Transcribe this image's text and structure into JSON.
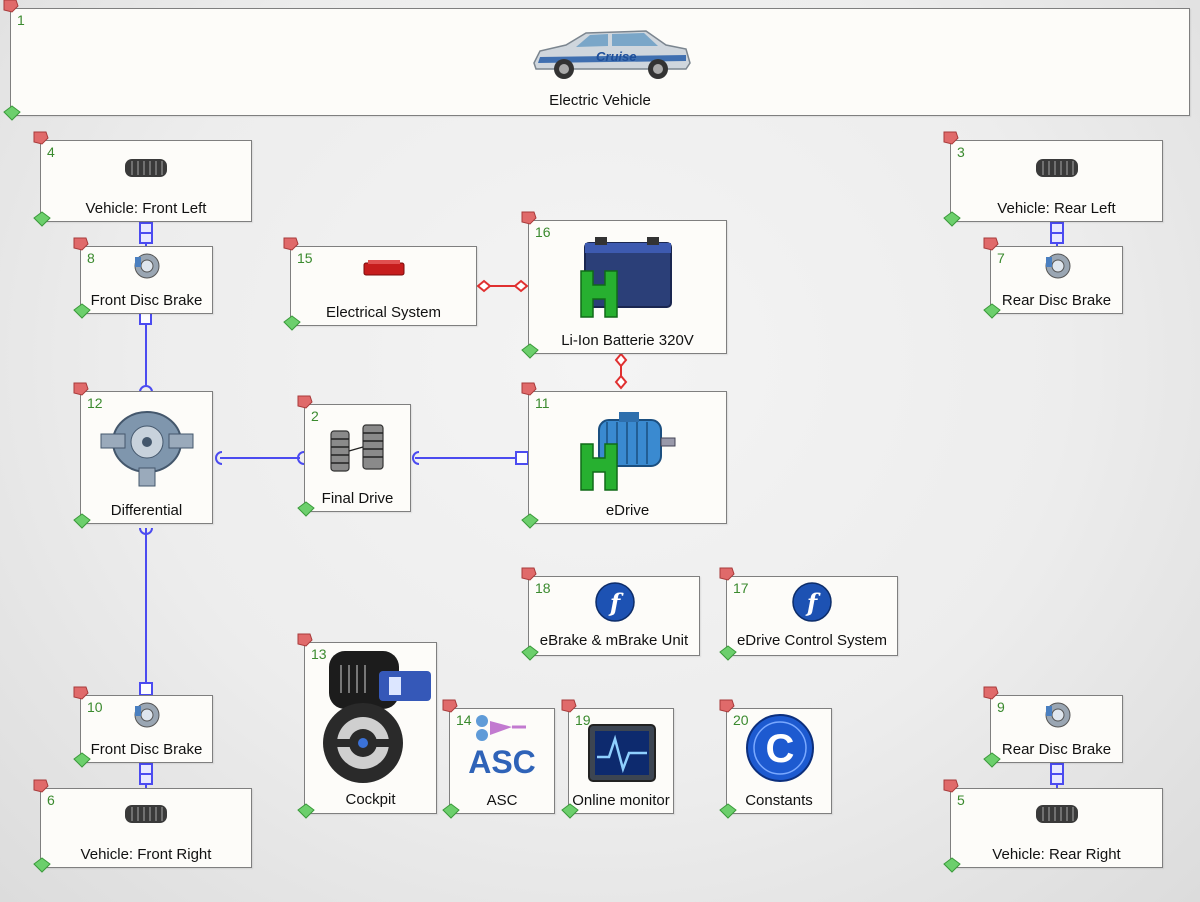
{
  "blocks": [
    {
      "id": "b1",
      "num": "1",
      "label": "Electric Vehicle",
      "icon": "car-icon"
    },
    {
      "id": "b4",
      "num": "4",
      "label": "Vehicle: Front Left",
      "icon": "tire-icon"
    },
    {
      "id": "b3",
      "num": "3",
      "label": "Vehicle: Rear Left",
      "icon": "tire-icon"
    },
    {
      "id": "b8",
      "num": "8",
      "label": "Front Disc Brake",
      "icon": "disc-brake-icon"
    },
    {
      "id": "b15",
      "num": "15",
      "label": "Electrical System",
      "icon": "electrical-system-icon"
    },
    {
      "id": "b16",
      "num": "16",
      "label": "Li-Ion Batterie 320V",
      "icon": "battery-icon"
    },
    {
      "id": "b7",
      "num": "7",
      "label": "Rear Disc Brake",
      "icon": "disc-brake-icon"
    },
    {
      "id": "b12",
      "num": "12",
      "label": "Differential",
      "icon": "differential-icon"
    },
    {
      "id": "b2",
      "num": "2",
      "label": "Final Drive",
      "icon": "gears-icon"
    },
    {
      "id": "b11",
      "num": "11",
      "label": "eDrive",
      "icon": "electric-motor-icon"
    },
    {
      "id": "b18",
      "num": "18",
      "label": "eBrake & mBrake Unit",
      "icon": "function-icon"
    },
    {
      "id": "b17",
      "num": "17",
      "label": "eDrive Control System",
      "icon": "function-icon"
    },
    {
      "id": "b13",
      "num": "13",
      "label": "Cockpit",
      "icon": "cockpit-icon"
    },
    {
      "id": "b14",
      "num": "14",
      "label": "ASC",
      "icon": "asc-icon"
    },
    {
      "id": "b19",
      "num": "19",
      "label": "Online monitor",
      "icon": "monitor-icon"
    },
    {
      "id": "b20",
      "num": "20",
      "label": "Constants",
      "icon": "constants-icon"
    },
    {
      "id": "b10",
      "num": "10",
      "label": "Front Disc Brake",
      "icon": "disc-brake-icon"
    },
    {
      "id": "b9",
      "num": "9",
      "label": "Rear Disc Brake",
      "icon": "disc-brake-icon"
    },
    {
      "id": "b6",
      "num": "6",
      "label": "Vehicle: Front Right",
      "icon": "tire-icon"
    },
    {
      "id": "b5",
      "num": "5",
      "label": "Vehicle: Rear Right",
      "icon": "tire-icon"
    }
  ],
  "car_logo_text": "Cruise",
  "asc_text": "ASC",
  "colors": {
    "mechanical_connection": "#4b4bf0",
    "electrical_connection": "#e03030",
    "block_number": "#3a8a2e",
    "input_flag": "#e06a6a",
    "output_flag": "#6ccf6c"
  }
}
